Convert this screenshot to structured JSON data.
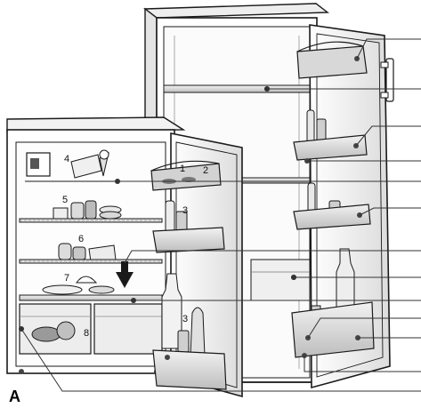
{
  "figure": {
    "panel_letter": "A",
    "number_labels": {
      "n1": "1",
      "n2": "2",
      "n3a": "3",
      "n3b": "3",
      "n4": "4",
      "n5": "5",
      "n6": "6",
      "n7": "7",
      "n8": "8"
    }
  },
  "colors": {
    "outline": "#1a1a1a",
    "body_fill": "#ffffff",
    "shade": "#d9d9d9",
    "shade_dark": "#9a9a9a",
    "callout": "#333333"
  }
}
